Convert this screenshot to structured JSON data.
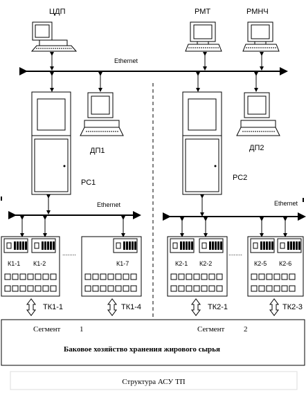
{
  "top": {
    "cdp": "ЦДП",
    "rmt": "РМТ",
    "rmnch": "РМНЧ"
  },
  "network": {
    "ethernet_top": "Ethernet",
    "ethernet_left": "Ethernet",
    "ethernet_right": "Ethernet"
  },
  "segment1": {
    "dp": "ДП1",
    "rs": "РС1",
    "controllers": [
      "К1-1",
      "К1-2",
      "К1-7"
    ],
    "ellipsis": "........",
    "tk_a": "ТК1-1",
    "tk_b": "ТК1-4",
    "segment_label": "Сегмент",
    "segment_num": "1"
  },
  "segment2": {
    "dp": "ДП2",
    "rs": "РС2",
    "controllers": [
      "К2-1",
      "К2-2",
      "К2-5",
      "К2-6"
    ],
    "ellipsis": "........",
    "tk_a": "ТК2-1",
    "tk_b": "ТК2-3",
    "segment_label": "Сегмент",
    "segment_num": "2"
  },
  "facility": "Баковое хозяйство хранения жирового сырья",
  "caption": "Структура АСУ ТП"
}
